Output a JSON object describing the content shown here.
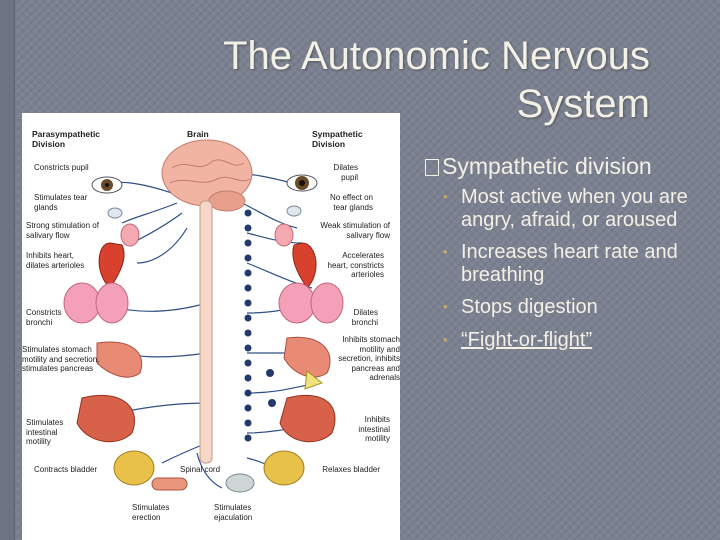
{
  "slide": {
    "title": "The Autonomic Nervous System",
    "heading": "Sympathetic division",
    "bullets": [
      "Most active when you are angry, afraid, or aroused",
      "Increases heart rate and breathing",
      "Stops digestion",
      "“Fight-or-flight”"
    ],
    "colors": {
      "background": "#7b8190",
      "text": "#f3f0e6",
      "bullet": "#c9a96b"
    }
  },
  "figure": {
    "headers": {
      "parasympathetic": "Parasympathetic Division",
      "brain": "Brain",
      "sympathetic": "Sympathetic Division"
    },
    "left_labels": [
      "Constricts pupil",
      "Stimulates tear glands",
      "Strong stimulation of salivary flow",
      "Inhibits heart, dilates arterioles",
      "Constricts bronchi",
      "Stimulates stomach motility and secretion, stimulates pancreas",
      "Stimulates intestinal motility",
      "Contracts bladder",
      "Stimulates erection"
    ],
    "right_labels": [
      "Dilates pupil",
      "No effect on tear glands",
      "Weak stimulation of salivary flow",
      "Accelerates heart, constricts arterioles",
      "Dilates bronchi",
      "Inhibits stomach motility and secretion, inhibits pancreas and adrenals",
      "Inhibits intestinal motility",
      "Relaxes bladder"
    ],
    "bottom_labels": {
      "spinal_cord": "Spinal cord",
      "ejaculation": "Stimulates ejaculation"
    }
  }
}
